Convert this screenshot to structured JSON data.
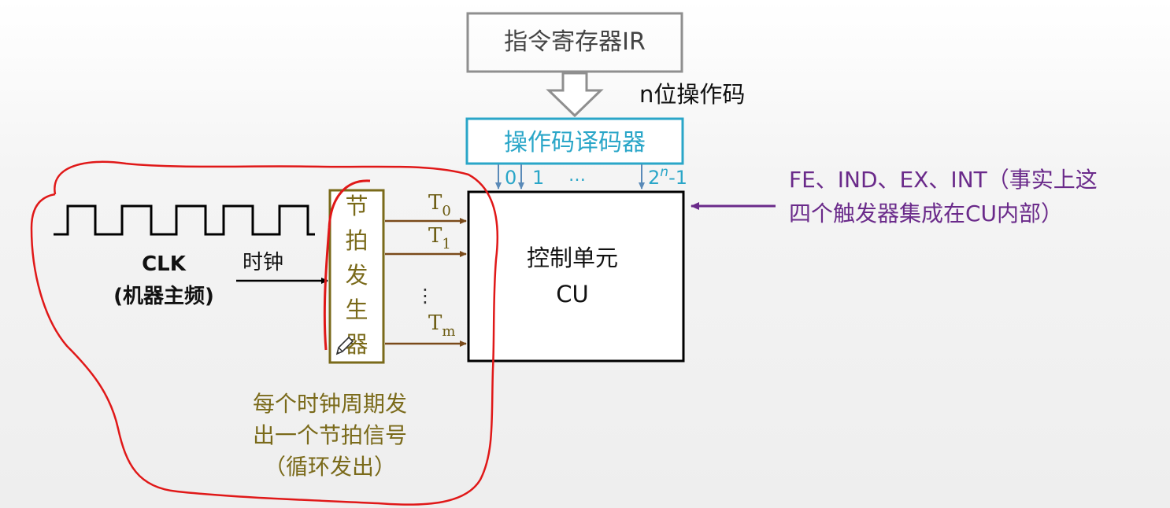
{
  "ir_box": {
    "label": "指令寄存器IR"
  },
  "opcode_bits_label": "n位操作码",
  "decoder": {
    "label": "操作码译码器"
  },
  "decoder_outputs": {
    "out0": "0",
    "out1": "1",
    "dots": "…",
    "last_base": "2",
    "last_sup": "n",
    "last_suffix": "-1"
  },
  "cu": {
    "line1": "控制单元",
    "line2": "CU"
  },
  "flipflops": {
    "line1": "FE、IND、EX、INT（事实上这",
    "line2": "四个触发器集成在CU内部）"
  },
  "clk": {
    "label": "CLK",
    "sublabel": "(机器主频)",
    "arrow_label": "时钟"
  },
  "beat_generator": {
    "chars": [
      "节",
      "拍",
      "发",
      "生",
      "器"
    ]
  },
  "beat_signals": {
    "t0_base": "T",
    "t0_sub": "0",
    "t1_base": "T",
    "t1_sub": "1",
    "dots": "⋮",
    "tm_base": "T",
    "tm_sub": "m"
  },
  "note": {
    "line1": "每个时钟周期发",
    "line2": "出一个节拍信号",
    "line3": "（循环发出）"
  },
  "colors": {
    "gray": "#8f8f8f",
    "cyan": "#2aa6c8",
    "olive": "#7a6a1a",
    "beat_arrow": "#7a4a1a",
    "purple": "#6a2a8a",
    "red": "#e01818",
    "black": "#000000"
  },
  "icons": {
    "pen": "pencil-icon"
  }
}
